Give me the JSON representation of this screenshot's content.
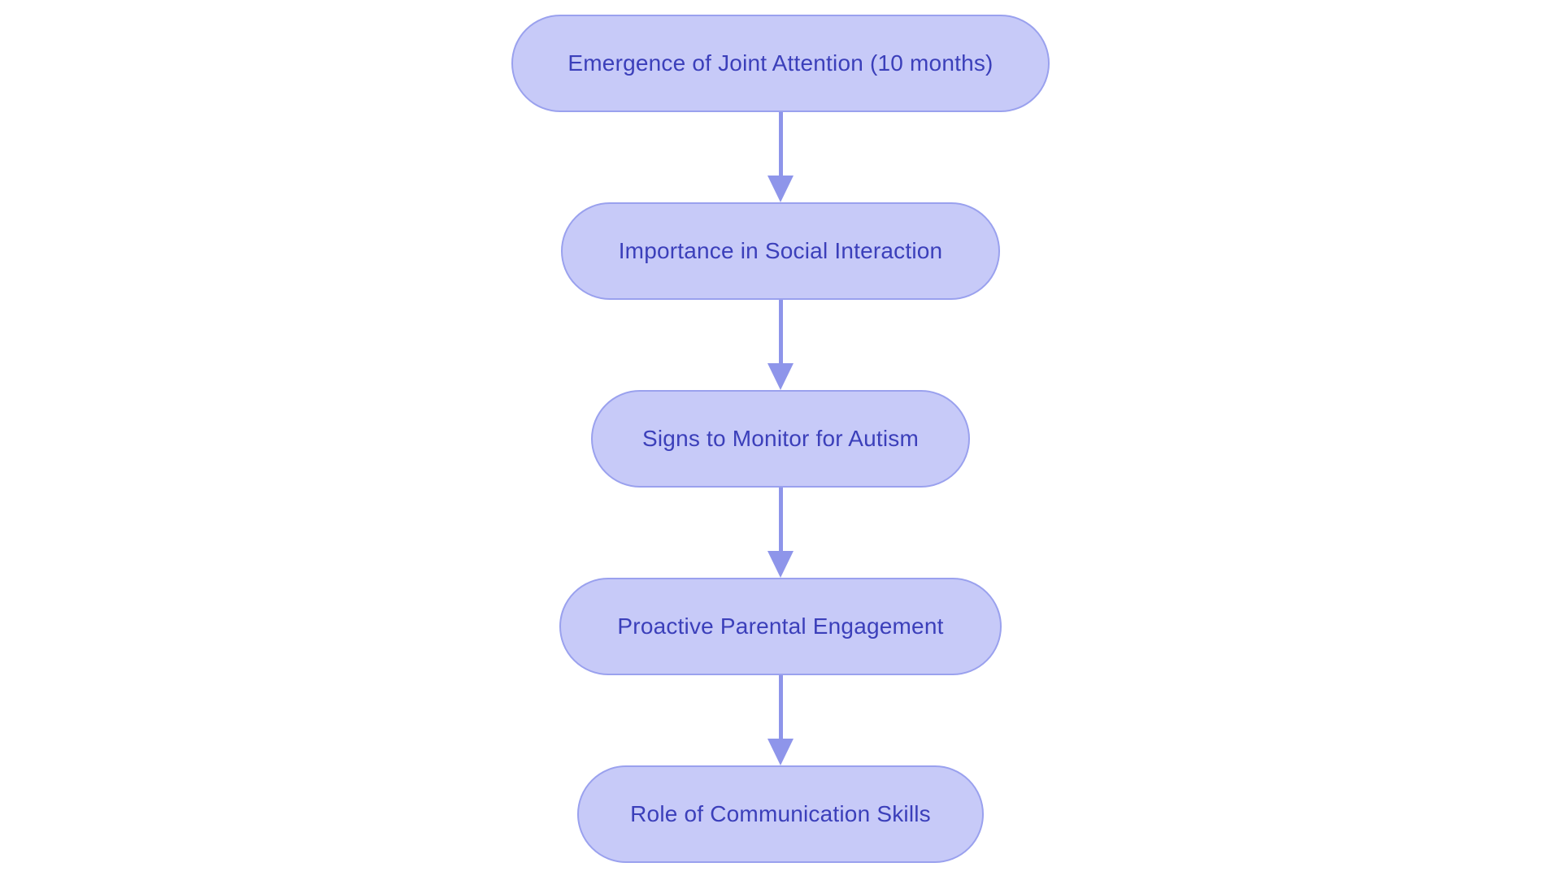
{
  "diagram": {
    "type": "flowchart",
    "direction": "top-down",
    "colors": {
      "node_fill": "#c7caf8",
      "node_border": "#9aa1ee",
      "arrow": "#8e95ea",
      "text": "#3b3fba",
      "background": "#ffffff"
    },
    "nodes": [
      {
        "id": "n1",
        "label": "Emergence of Joint Attention (10 months)"
      },
      {
        "id": "n2",
        "label": "Importance in Social Interaction"
      },
      {
        "id": "n3",
        "label": "Signs to Monitor for Autism"
      },
      {
        "id": "n4",
        "label": "Proactive Parental Engagement"
      },
      {
        "id": "n5",
        "label": "Role of Communication Skills"
      }
    ],
    "edges": [
      {
        "from": "n1",
        "to": "n2"
      },
      {
        "from": "n2",
        "to": "n3"
      },
      {
        "from": "n3",
        "to": "n4"
      },
      {
        "from": "n4",
        "to": "n5"
      }
    ]
  }
}
